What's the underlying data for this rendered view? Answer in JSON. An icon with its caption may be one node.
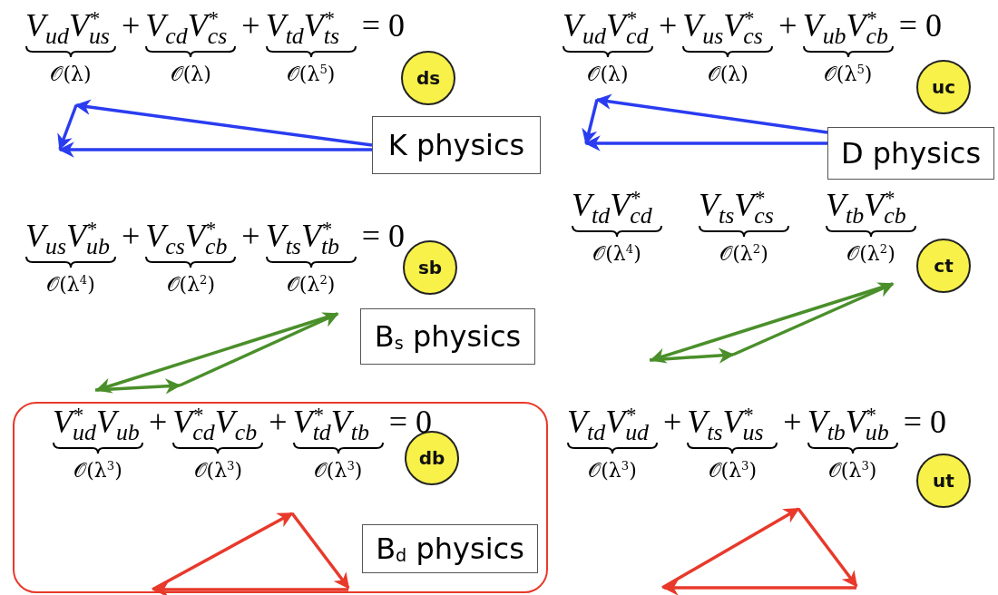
{
  "diagram": {
    "nodes": [
      {
        "text": [
          "ds"
        ]
      },
      {
        "text": [
          "K physics"
        ]
      },
      {
        "text": [
          "uc"
        ]
      },
      {
        "text": [
          "D physics"
        ]
      },
      {
        "text": [
          "sb"
        ]
      },
      {
        "text": [
          "B$_{s}$ physics"
        ]
      },
      {
        "text": [
          "ct"
        ]
      },
      {
        "text": [],
        "shape": "box"
      },
      {
        "text": [
          "db"
        ],
        "in": 7
      },
      {
        "text": [
          "B$_{d}$ physics"
        ],
        "in": 7
      },
      {
        "text": [
          "ut"
        ]
      }
    ],
    "labels": [
      "V$_{ud}$V$^{*}$$_{us}$",
      "+",
      "V$_{cd}$V$^{*}$$_{cs}$",
      "+",
      "V$_{td}$V$^{*}$$_{ts}$",
      "= 0",
      "𝒪(λ)",
      "𝒪(λ)",
      "𝒪(λ$^{5}$)",
      "V$_{ud}$V$^{*}$$_{cd}$",
      "+",
      "V$_{us}$V$^{*}$$_{cs}$",
      "+",
      "V$_{ub}$V$^{*}$$_{cb}$",
      "= 0",
      "𝒪(λ)",
      "𝒪(λ)",
      "𝒪(λ$^{5}$)",
      "V$_{us}$V$^{*}$$_{ub}$",
      "+",
      "V$_{cs}$V$^{*}$$_{cb}$",
      "+",
      "V$_{ts}$V$^{*}$$_{tb}$",
      "= 0",
      "𝒪(λ$^{4}$)",
      "𝒪(λ$^{2}$)",
      "𝒪(λ$^{2}$)",
      "V$_{td}$V$^{*}$$_{cd}$",
      "V$_{ts}$V$^{*}$$_{cs}$",
      "V$_{tb}$V$^{*}$$_{cb}$",
      "𝒪(λ$^{4}$)",
      "𝒪(λ$^{2}$)",
      "𝒪(λ$^{2}$)",
      "V$^{*}$$_{ud}$V$_{ub}$",
      "+",
      "V$^{*}$$_{cd}$V$_{cb}$",
      "+",
      "V$^{*}$$_{td}$V$_{tb}$",
      "= 0",
      "𝒪(λ$^{3}$)",
      "𝒪(λ$^{3}$)",
      "𝒪(λ$^{3}$)",
      "V$_{td}$V$^{*}$$_{ud}$",
      "+",
      "V$_{ts}$V$^{*}$$_{us}$",
      "+",
      "V$_{tb}$V$^{*}$$_{ub}$",
      "= 0",
      "𝒪(λ$^{3}$)",
      "𝒪(λ$^{3}$)",
      "𝒪(λ$^{3}$)"
    ]
  }
}
